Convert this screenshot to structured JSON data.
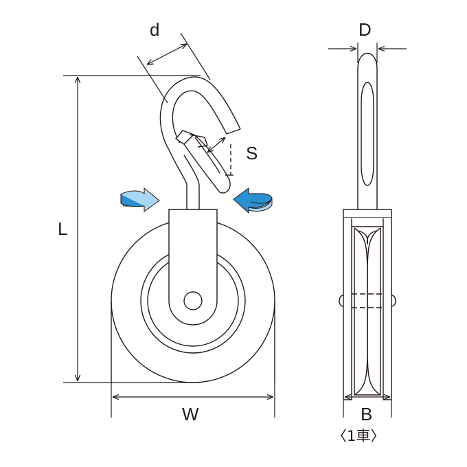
{
  "labels": {
    "d": "d",
    "D": "D",
    "S": "S",
    "L": "L",
    "W": "W",
    "B": "B",
    "caption": "〈1車〉"
  },
  "colors": {
    "line": "#231815",
    "arrow_blue": "#2a8fd1",
    "arrow_light": "#a9d6f2"
  }
}
